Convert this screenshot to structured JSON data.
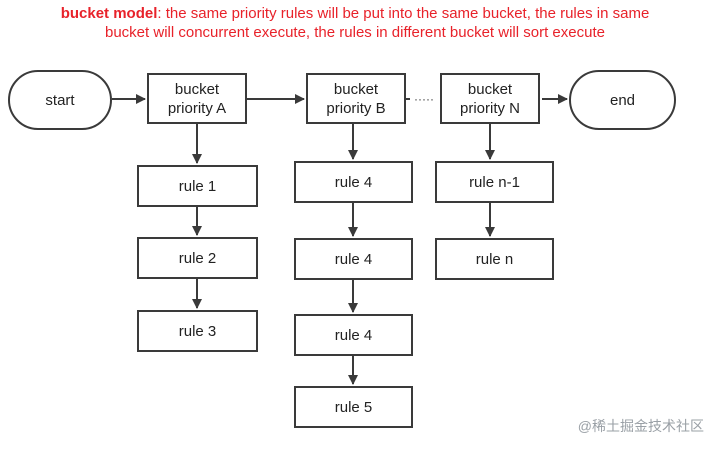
{
  "caption": {
    "bold": "bucket model",
    "text": ": the same priority rules will be put into the same bucket, the rules in same bucket will concurrent execute, the rules in different bucket will sort execute"
  },
  "start": "start",
  "end": "end",
  "ellipsis": "·····",
  "buckets": [
    {
      "line1": "bucket",
      "line2": "priority A",
      "rules": [
        "rule 1",
        "rule 2",
        "rule 3"
      ]
    },
    {
      "line1": "bucket",
      "line2": "priority B",
      "rules": [
        "rule 4",
        "rule 4",
        "rule 4",
        "rule 5"
      ]
    },
    {
      "line1": "bucket",
      "line2": "priority N",
      "rules": [
        "rule n-1",
        "rule n"
      ]
    }
  ],
  "watermark": "@稀土掘金技术社区",
  "colors": {
    "caption": "#e8222a",
    "stroke": "#3a3a3a"
  }
}
